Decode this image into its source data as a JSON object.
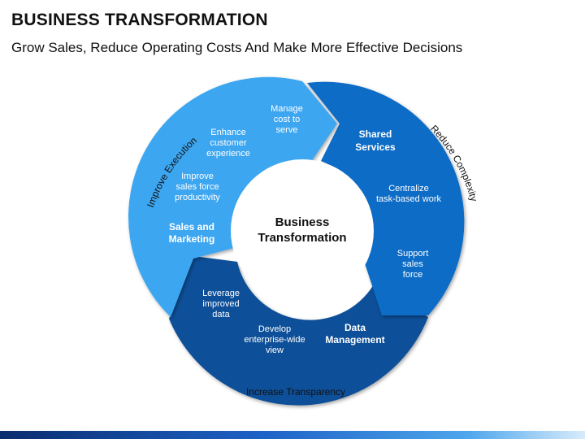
{
  "title": "BUSINESS TRANSFORMATION",
  "subtitle": "Grow Sales, Reduce Operating Costs And Make More Effective Decisions",
  "center": [
    "Business",
    "Transformation"
  ],
  "segments": {
    "sales": {
      "title": [
        "Sales and",
        "Marketing"
      ],
      "items": [
        [
          "Improve",
          "sales  force",
          "productivity"
        ],
        [
          "Enhance",
          "customer",
          "experience"
        ],
        [
          "Manage",
          "cost to",
          "serve"
        ]
      ],
      "color": "#3ea6f0"
    },
    "shared": {
      "title": [
        "Shared",
        "Services"
      ],
      "items": [
        [
          "Centralize",
          "task-based work"
        ],
        [
          "Support",
          "sales",
          "force"
        ]
      ],
      "color": "#0f6cc6"
    },
    "data": {
      "title": [
        "Data",
        "Management"
      ],
      "items": [
        [
          "Leverage",
          "improved",
          "data"
        ],
        [
          "Develop",
          "enterprise-wide",
          "view"
        ]
      ],
      "color": "#0c4f98"
    }
  },
  "outer_labels": {
    "left": "Improve Execution",
    "right": "Reduce Complexity",
    "bottom": "Increase Transparency"
  }
}
